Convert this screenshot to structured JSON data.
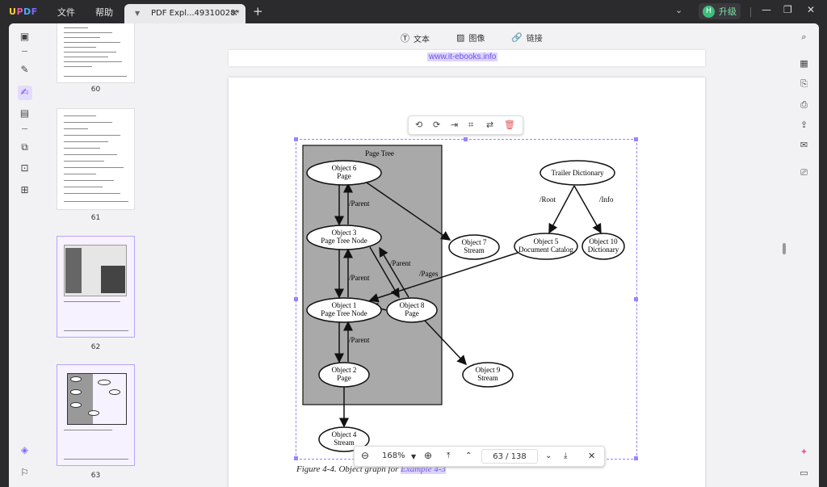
{
  "app": {
    "logo": [
      "U",
      "P",
      "D",
      "F"
    ],
    "menu": [
      "文件",
      "帮助"
    ],
    "tab_title": "PDF Expl...49310028*",
    "avatar_letter": "H",
    "upgrade_label": "升级"
  },
  "toolbar": {
    "text_label": "文本",
    "image_label": "图像",
    "link_label": "链接"
  },
  "thumbnails": [
    {
      "page": "60"
    },
    {
      "page": "61"
    },
    {
      "page": "62"
    },
    {
      "page": "63"
    }
  ],
  "document": {
    "url_text": "www.it-ebooks.info",
    "caption_prefix": "Figure 4-4. Object graph for ",
    "caption_link": "Example 4-3"
  },
  "diagram": {
    "group_label": "Page Tree",
    "nodes": [
      {
        "id": "obj6",
        "line1": "Object 6",
        "line2": "Page"
      },
      {
        "id": "obj3",
        "line1": "Object 3",
        "line2": "Page Tree Node"
      },
      {
        "id": "obj1",
        "line1": "Object 1",
        "line2": "Page Tree Node"
      },
      {
        "id": "obj2",
        "line1": "Object 2",
        "line2": "Page"
      },
      {
        "id": "obj4",
        "line1": "Object 4",
        "line2": "Stream"
      },
      {
        "id": "obj8",
        "line1": "Object 8",
        "line2": "Page"
      },
      {
        "id": "obj7",
        "line1": "Object 7",
        "line2": "Stream"
      },
      {
        "id": "obj9",
        "line1": "Object 9",
        "line2": "Stream"
      },
      {
        "id": "obj5",
        "line1": "Object 5",
        "line2": "Document Catalog"
      },
      {
        "id": "obj10",
        "line1": "Object 10",
        "line2": "Dictionary"
      },
      {
        "id": "trailer",
        "line1": "Trailer Dictionary",
        "line2": ""
      }
    ],
    "edge_labels": {
      "parent1": "/Parent",
      "parent2": "/Parent",
      "parent3": "/Parent",
      "parent4": "/Parent",
      "pages": "/Pages",
      "root": "/Root",
      "info": "/Info"
    }
  },
  "navigation": {
    "zoom": "168%",
    "current_page": "63",
    "separator": "/",
    "total_pages": "138"
  },
  "colors": {
    "accent": "#9b82ff",
    "highlight": "#ddd3ff",
    "page_tree_fill": "#a9a9a9"
  }
}
